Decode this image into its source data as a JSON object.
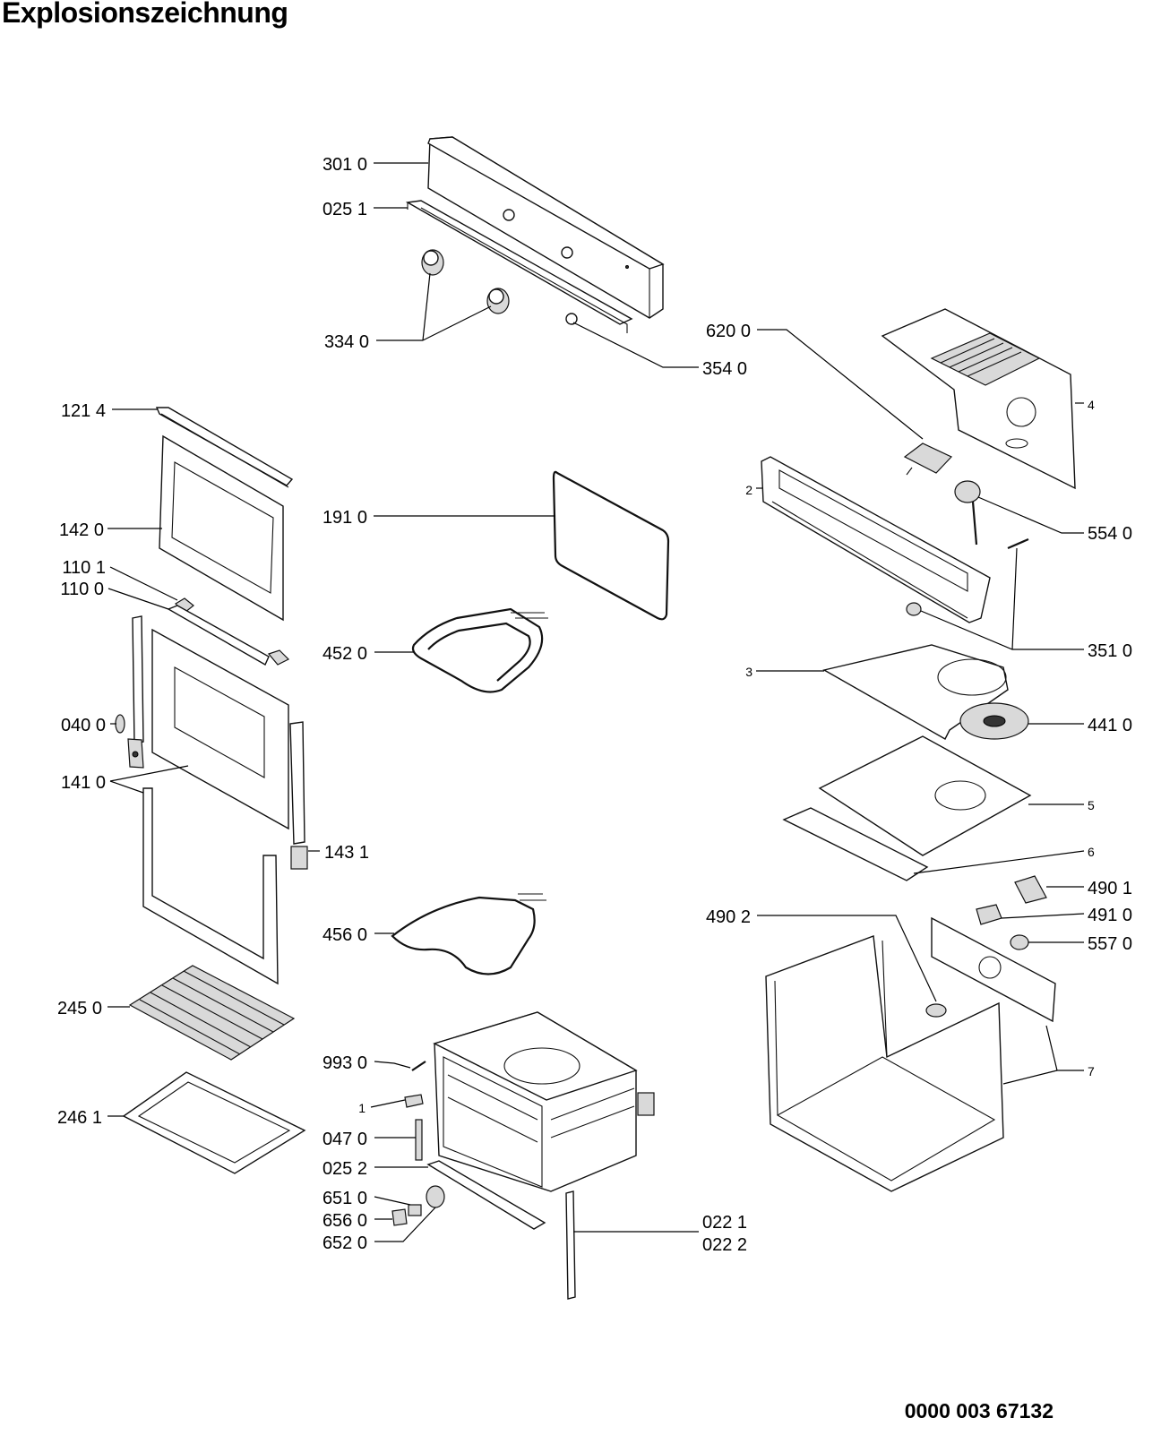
{
  "title": "Explosionszeichnung",
  "document_number": "0000 003 67132",
  "callouts": [
    {
      "id": "c3010",
      "label": "301 0"
    },
    {
      "id": "c0251",
      "label": "025 1"
    },
    {
      "id": "c3340",
      "label": "334 0"
    },
    {
      "id": "c3540",
      "label": "354 0"
    },
    {
      "id": "c6200",
      "label": "620 0"
    },
    {
      "id": "c4",
      "label": "4"
    },
    {
      "id": "c1214",
      "label": "121 4"
    },
    {
      "id": "c1910",
      "label": "191 0"
    },
    {
      "id": "c2",
      "label": "2"
    },
    {
      "id": "c5540",
      "label": "554 0"
    },
    {
      "id": "c1420",
      "label": "142 0"
    },
    {
      "id": "c1101",
      "label": "110 1"
    },
    {
      "id": "c1100",
      "label": "110 0"
    },
    {
      "id": "c4520",
      "label": "452 0"
    },
    {
      "id": "c3510",
      "label": "351 0"
    },
    {
      "id": "c3",
      "label": "3"
    },
    {
      "id": "c0400",
      "label": "040 0"
    },
    {
      "id": "c4410",
      "label": "441 0"
    },
    {
      "id": "c1410",
      "label": "141 0"
    },
    {
      "id": "c5",
      "label": "5"
    },
    {
      "id": "c6",
      "label": "6"
    },
    {
      "id": "c1431",
      "label": "143 1"
    },
    {
      "id": "c4901",
      "label": "490 1"
    },
    {
      "id": "c4902",
      "label": "490 2"
    },
    {
      "id": "c4910",
      "label": "491 0"
    },
    {
      "id": "c4560",
      "label": "456 0"
    },
    {
      "id": "c5570",
      "label": "557 0"
    },
    {
      "id": "c2450",
      "label": "245 0"
    },
    {
      "id": "c9930",
      "label": "993 0"
    },
    {
      "id": "c7",
      "label": "7"
    },
    {
      "id": "c1",
      "label": "1"
    },
    {
      "id": "c2461",
      "label": "246 1"
    },
    {
      "id": "c0470",
      "label": "047 0"
    },
    {
      "id": "c0252",
      "label": "025 2"
    },
    {
      "id": "c6510",
      "label": "651 0"
    },
    {
      "id": "c6560",
      "label": "656 0"
    },
    {
      "id": "c0221",
      "label": "022 1"
    },
    {
      "id": "c6520",
      "label": "652 0"
    },
    {
      "id": "c0222",
      "label": "022 2"
    }
  ]
}
